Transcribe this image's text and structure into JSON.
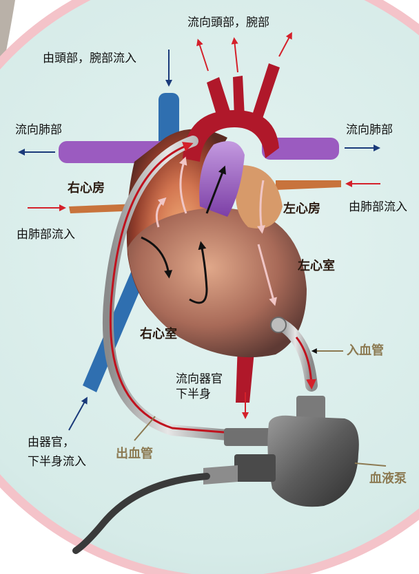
{
  "labels": {
    "to_head_arm": "流向頭部，腕部",
    "from_head_arm": "由頭部，腕部流入",
    "to_lung_left": "流向肺部",
    "to_lung_right": "流向肺部",
    "right_atrium": "右心房",
    "from_lung_left": "由肺部流入",
    "left_atrium": "左心房",
    "from_lung_right": "由肺部流入",
    "left_ventricle": "左心室",
    "right_ventricle": "右心室",
    "inflow_tube": "入血管",
    "to_organs_lower_line1": "流向器官",
    "to_organs_lower_line2": "下半身",
    "from_organs_lower_line1": "由器官，",
    "from_organs_lower_line2": "下半身流入",
    "outflow_tube": "出血管",
    "blood_pump": "血液泵"
  },
  "colors": {
    "background_circle": "#d9ecea",
    "circle_rim": "#f4c3c9",
    "red_arrow": "#d4202a",
    "blue_arrow": "#1a3a7a",
    "tan_label": "#8c7a52",
    "aorta": "#b0182a",
    "vein_blue": "#2f6fb0",
    "pulmonary_purple": "#9b5bc0",
    "pump_gray": "#6e6e6e"
  }
}
